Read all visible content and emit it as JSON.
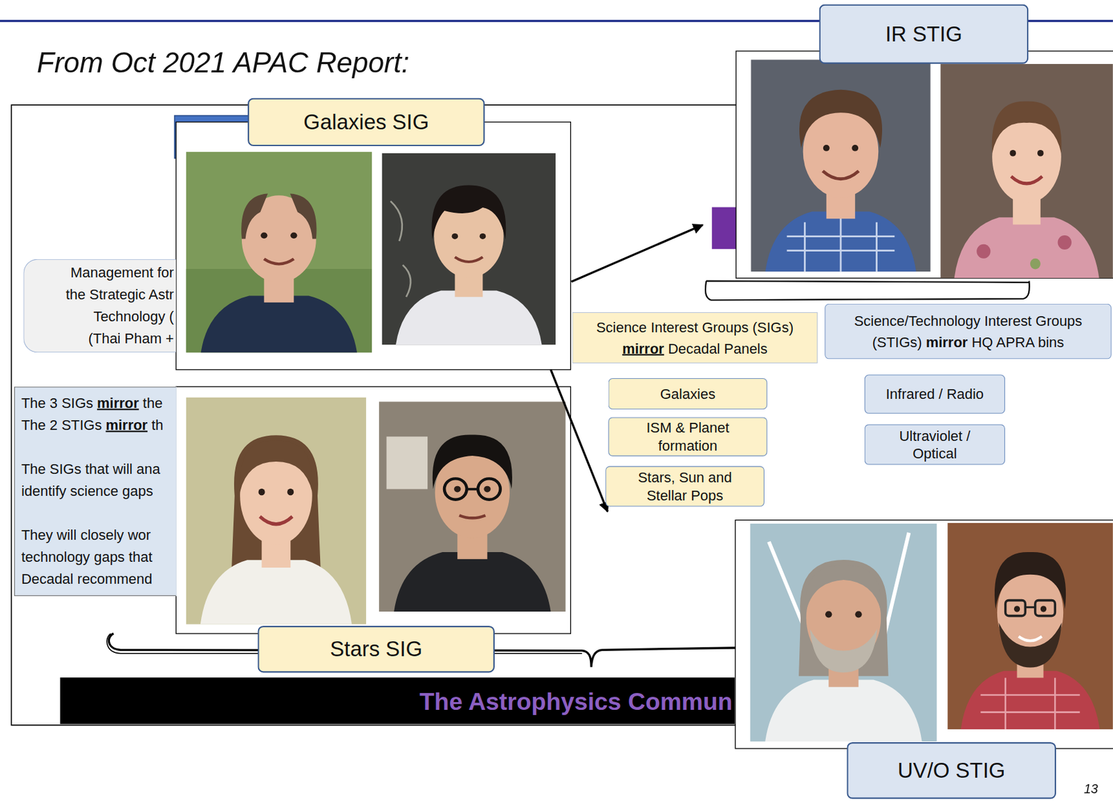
{
  "diagram": {
    "title": "From Oct 2021 APAC Report:",
    "nodes": [
      {
        "text": [
          "IR STIG"
        ]
      },
      {
        "text": [
          "Galaxies SIG"
        ]
      },
      {
        "text": [
          "Management for the Strategic Astr Technology ( (Thai Pham +"
        ]
      },
      {
        "text": [
          "Science Interest Groups (SIGs) mirror Decadal Panels"
        ]
      },
      {
        "text": [
          "Science/Technology Interest Groups (STIGs) mirror HQ APRA bins"
        ]
      },
      {
        "text": [
          "Galaxies"
        ]
      },
      {
        "text": [
          "Infrared / Radio"
        ]
      },
      {
        "text": [
          "ISM & Planet formation"
        ]
      },
      {
        "text": [
          "Ultraviolet / Optical"
        ]
      },
      {
        "text": [
          "Stars, Sun and Stellar Pops"
        ]
      },
      {
        "text": [
          "The 3 SIGs mirror the The 2 STIGs mirror th",
          "The SIGs that will ana identify science gaps",
          "They will closely wor technology gaps that Decadal recommend"
        ]
      },
      {
        "text": [
          "Stars SIG"
        ]
      },
      {
        "text": [
          "The Astrophysics Commun"
        ]
      },
      {
        "text": [
          "UV/O STIG"
        ]
      }
    ],
    "labels": [
      "13"
    ]
  }
}
